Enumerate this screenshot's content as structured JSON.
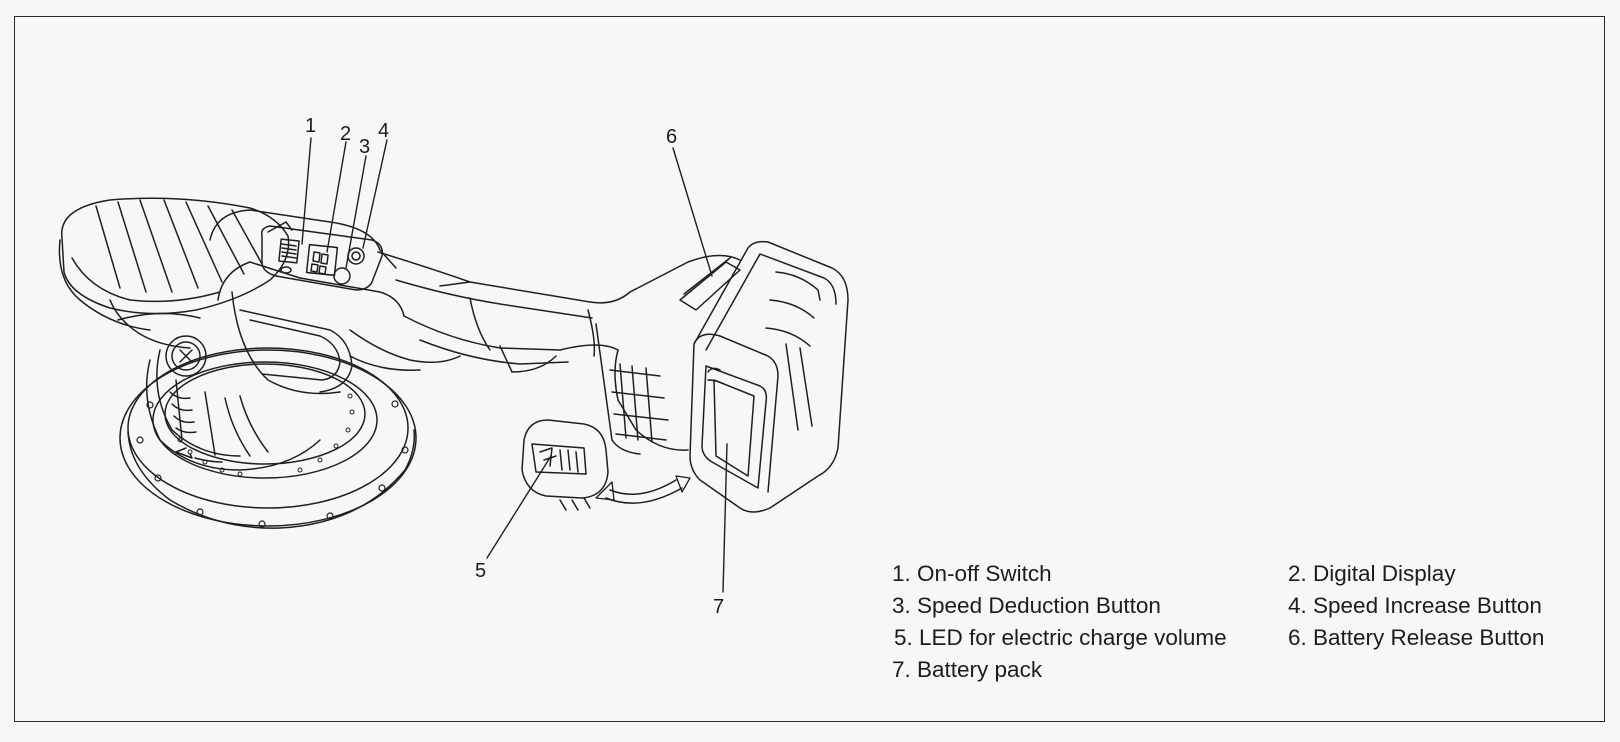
{
  "colors": {
    "line": "#1f1f1f",
    "background": "#f7f7f7",
    "frame": "#2a2a2a"
  },
  "callouts": {
    "n1": "1",
    "n2": "2",
    "n3": "3",
    "n4": "4",
    "n5": "5",
    "n6": "6",
    "n7": "7"
  },
  "legend": {
    "item1": "1. On-off Switch",
    "item2": "2. Digital Display",
    "item3": "3. Speed Deduction Button",
    "item4": "4. Speed Increase Button",
    "item5": "5. LED for electric charge volume",
    "item6": "6. Battery Release Button",
    "item7": "7. Battery pack"
  },
  "icons": [
    "polisher-drawing",
    "battery-led-detail",
    "swap-arrow-icon"
  ]
}
